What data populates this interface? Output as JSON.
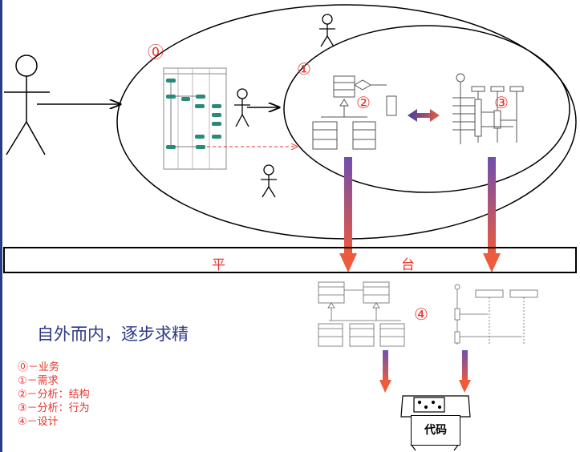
{
  "labels": {
    "n0": "⓪",
    "n1": "①",
    "n2": "②",
    "n3": "③",
    "n4": "④"
  },
  "platform": {
    "left": "平",
    "right": "台"
  },
  "principle": "自外而内，逐步求精",
  "legend": [
    "⓪－业务",
    "①－需求",
    "②－分析：结构",
    "③－分析：行为",
    "④－设计"
  ],
  "code_label": "代码",
  "colors": {
    "accent_red": "#e8332a",
    "navy": "#2e3a87",
    "arrow_top": "#7a4aa8",
    "arrow_bottom": "#e8583a",
    "sidebar": "#2b3a86"
  }
}
